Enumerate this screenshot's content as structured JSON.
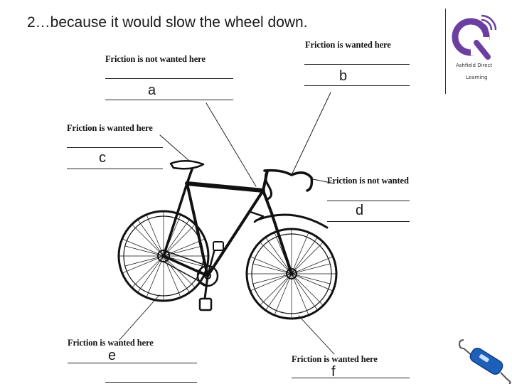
{
  "slide": {
    "title": "2…because it would slow the wheel down."
  },
  "labels": {
    "a": {
      "prompt": "Friction is not wanted here",
      "answer": "a"
    },
    "b": {
      "prompt": "Friction is wanted here",
      "answer": "b"
    },
    "c": {
      "prompt": "Friction is wanted here",
      "answer": "c"
    },
    "d": {
      "prompt": "Friction is not wanted",
      "answer": "d"
    },
    "e": {
      "prompt": "Friction is wanted here",
      "answer": "e"
    },
    "f": {
      "prompt": "Friction is wanted here",
      "answer": "f"
    }
  },
  "logo": {
    "line1": "Ashfield Direct",
    "line2": "Learning",
    "accent_color": "#6a3fa0"
  },
  "icons": [
    "bicycle-illustration",
    "logo-icon",
    "force-meter-icon"
  ]
}
